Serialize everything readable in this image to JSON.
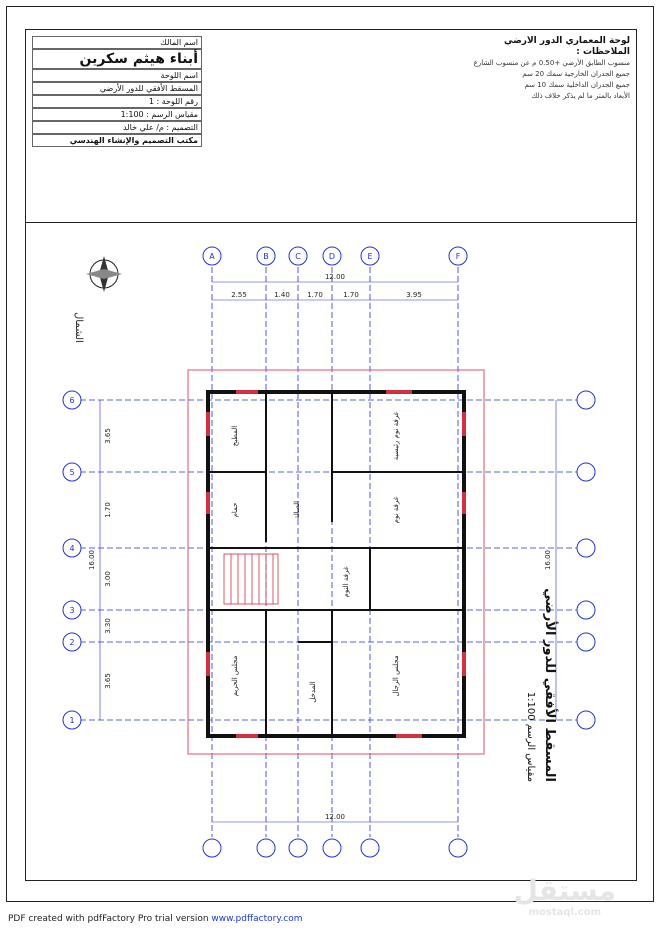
{
  "title_block": {
    "board_title": "لوحة المعماري الدور الأرضي",
    "notes_heading": "الملاحظات :",
    "notes": [
      "منسوب الطابق الأرضي +0.50 م عن منسوب الشارع",
      "جميع الجدران الخارجية سمك 20 سم",
      "جميع الجدران الداخلية سمك 10 سم",
      "الأبعاد بالمتر ما لم يذكر خلاف ذلك"
    ],
    "owner_label": "اسم المالك",
    "owner_name": "أبناء هيثم سكرين",
    "engineer_label": "التصميم",
    "engineer_name": "م/ علي خالد",
    "board_label": "اسم اللوحة",
    "board_value": "المسقط الأفقي للدور الأرضي",
    "board_no_label": "رقم اللوحة",
    "board_no": "1",
    "scale_label": "مقياس الرسم",
    "scale_value": "1:100",
    "office_name": "مكتب التصميم والإنشاء الهندسي"
  },
  "plan": {
    "north_label": "الشمال",
    "plan_title": "المسقط الأفقي للدور الأرضي",
    "scale_label": "مقياس الرسم",
    "scale_value": "1:100",
    "grid_cols": [
      "A",
      "B",
      "C",
      "D",
      "E",
      "F"
    ],
    "grid_rows": [
      "1",
      "2",
      "3",
      "4",
      "5",
      "6"
    ],
    "dim_total_x": "12.00",
    "dim_total_y": "16.00",
    "dims_top": [
      "2.55",
      "1.40",
      "1.70",
      "1.70",
      "3.95"
    ],
    "dims_left": [
      "3.65",
      "1.70",
      "3.00",
      "3.30",
      "3.65"
    ],
    "rooms": [
      {
        "id": "r1",
        "name": "غرفة النوم"
      },
      {
        "id": "r2",
        "name": "غرفة نوم رئيسية"
      },
      {
        "id": "r3",
        "name": "الصالة"
      },
      {
        "id": "r4",
        "name": "غرفة نوم"
      },
      {
        "id": "r5",
        "name": "حمام"
      },
      {
        "id": "r6",
        "name": "المطبخ"
      },
      {
        "id": "r7",
        "name": "مجلس الحريم"
      },
      {
        "id": "r8",
        "name": "مجلس الرجال"
      },
      {
        "id": "r9",
        "name": "المدخل"
      }
    ]
  },
  "footer": {
    "pdf_note": "PDF created with pdfFactory Pro trial version",
    "pdf_link": "www.pdffactory.com",
    "watermark": "مستقل",
    "watermark_sub": "mostaql.com"
  }
}
